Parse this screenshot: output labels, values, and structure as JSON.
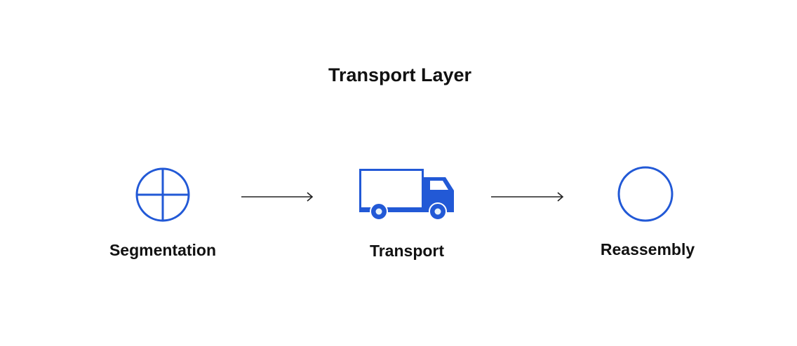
{
  "title": "Transport Layer",
  "accent_color": "#2259d6",
  "steps": [
    {
      "label": "Segmentation",
      "icon": "segmented-circle-icon"
    },
    {
      "label": "Transport",
      "icon": "truck-icon"
    },
    {
      "label": "Reassembly",
      "icon": "circle-icon"
    }
  ]
}
